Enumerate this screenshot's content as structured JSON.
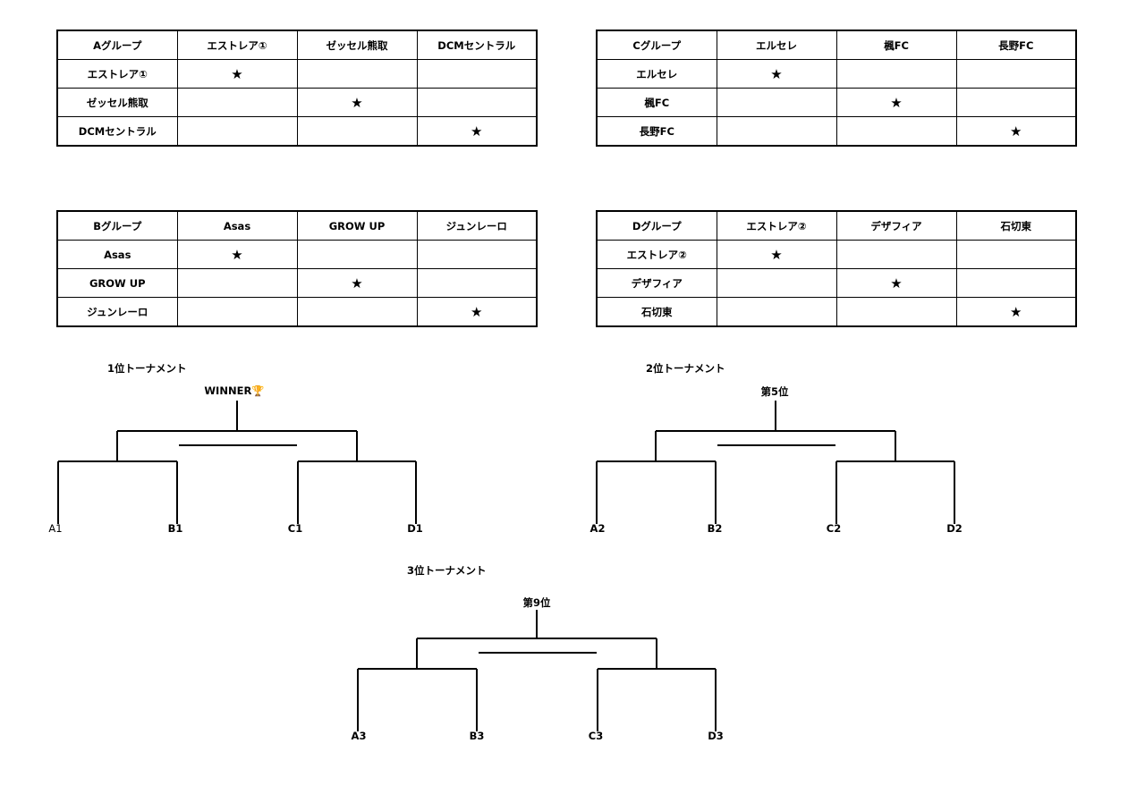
{
  "groups": [
    {
      "id": "a",
      "header": [
        "Aグループ",
        "エストレア①",
        "ゼッセル熊取",
        "DCMセントラル"
      ],
      "rows": [
        [
          "エストレア①",
          "★",
          "",
          ""
        ],
        [
          "ゼッセル熊取",
          "",
          "★",
          ""
        ],
        [
          "DCMセントラル",
          "",
          "",
          "★"
        ]
      ]
    },
    {
      "id": "b",
      "header": [
        "Bグループ",
        "Asas",
        "GROW UP",
        "ジュンレーロ"
      ],
      "rows": [
        [
          "Asas",
          "★",
          "",
          ""
        ],
        [
          "GROW UP",
          "",
          "★",
          ""
        ],
        [
          "ジュンレーロ",
          "",
          "",
          "★"
        ]
      ]
    },
    {
      "id": "c",
      "header": [
        "Cグループ",
        "エルセレ",
        "楓FC",
        "長野FC"
      ],
      "rows": [
        [
          "エルセレ",
          "★",
          "",
          ""
        ],
        [
          "楓FC",
          "",
          "★",
          ""
        ],
        [
          "長野FC",
          "",
          "",
          "★"
        ]
      ]
    },
    {
      "id": "d",
      "header": [
        "Dグループ",
        "エストレア②",
        "デザフィア",
        "石切東"
      ],
      "rows": [
        [
          "エストレア②",
          "★",
          "",
          ""
        ],
        [
          "デザフィア",
          "",
          "★",
          ""
        ],
        [
          "石切東",
          "",
          "",
          "★"
        ]
      ]
    }
  ],
  "tournaments": [
    {
      "id": "t1",
      "title": "1位トーナメント",
      "top_label": "WINNER🏆",
      "slots": [
        "A1",
        "B1",
        "C1",
        "D1"
      ]
    },
    {
      "id": "t2",
      "title": "2位トーナメント",
      "top_label": "第5位",
      "slots": [
        "A2",
        "B2",
        "C2",
        "D2"
      ]
    },
    {
      "id": "t3",
      "title": "3位トーナメント",
      "top_label": "第9位",
      "slots": [
        "A3",
        "B3",
        "C3",
        "D3"
      ]
    }
  ]
}
